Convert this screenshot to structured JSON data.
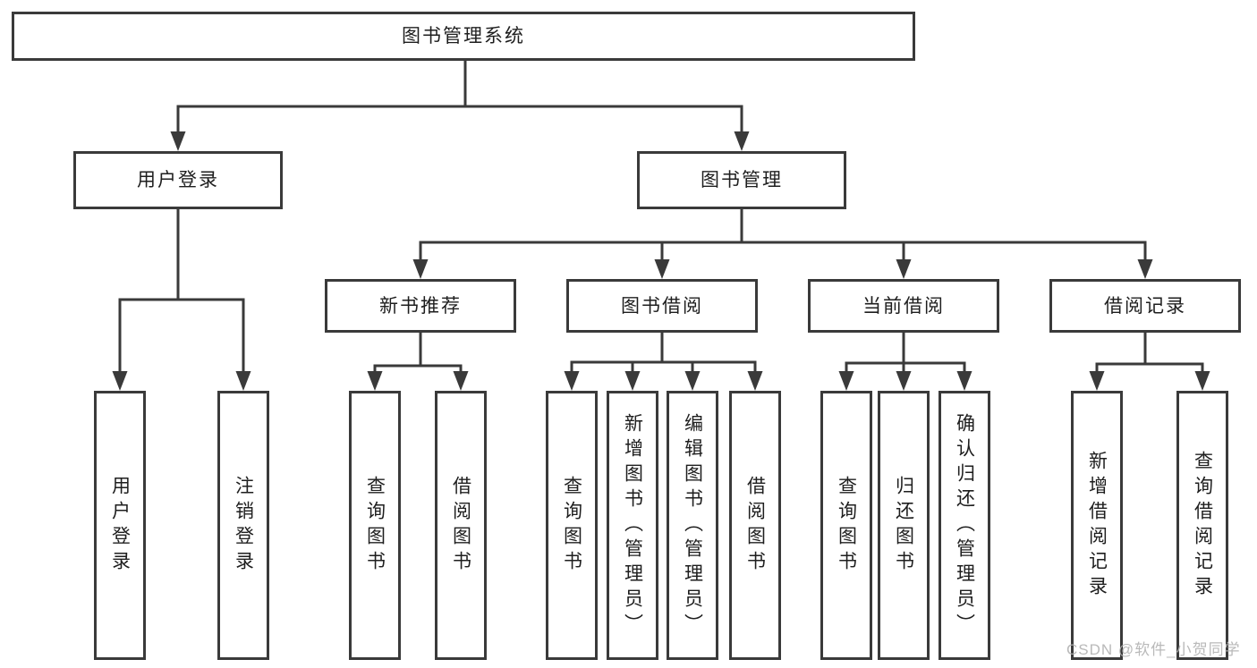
{
  "diagram": {
    "root": {
      "label": "图书管理系统"
    },
    "level2": [
      {
        "label": "用户登录"
      },
      {
        "label": "图书管理"
      }
    ],
    "level3": [
      {
        "label": "新书推荐",
        "parent": "图书管理"
      },
      {
        "label": "图书借阅",
        "parent": "图书管理"
      },
      {
        "label": "当前借阅",
        "parent": "图书管理"
      },
      {
        "label": "借阅记录",
        "parent": "图书管理"
      }
    ],
    "leaves": [
      {
        "label": "用户登录",
        "parent": "用户登录"
      },
      {
        "label": "注销登录",
        "parent": "用户登录"
      },
      {
        "label": "查询图书",
        "parent": "新书推荐"
      },
      {
        "label": "借阅图书",
        "parent": "新书推荐"
      },
      {
        "label": "查询图书",
        "parent": "图书借阅"
      },
      {
        "label": "新增图书（管理员）",
        "parent": "图书借阅"
      },
      {
        "label": "编辑图书（管理员）",
        "parent": "图书借阅"
      },
      {
        "label": "借阅图书",
        "parent": "图书借阅"
      },
      {
        "label": "查询图书",
        "parent": "当前借阅"
      },
      {
        "label": "归还图书",
        "parent": "当前借阅"
      },
      {
        "label": "确认归还（管理员）",
        "parent": "当前借阅"
      },
      {
        "label": "新增借阅记录",
        "parent": "借阅记录"
      },
      {
        "label": "查询借阅记录",
        "parent": "借阅记录"
      }
    ]
  },
  "watermark": {
    "text": "CSDN @软件_小贺同学"
  },
  "colors": {
    "line": "#3a3a3a",
    "text": "#1e1e1e",
    "node_background": "#ffffff",
    "page_background": "#ffffff",
    "watermark": "#b2b2b2"
  }
}
